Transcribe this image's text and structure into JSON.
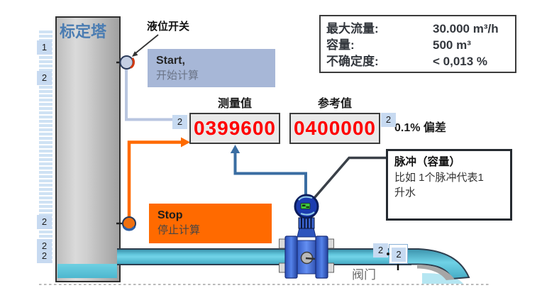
{
  "tower": {
    "title": "标定塔"
  },
  "level_switch": {
    "label": "液位开关"
  },
  "start_box": {
    "title": "Start,",
    "subtitle": "开始计算"
  },
  "stop_box": {
    "title": "Stop",
    "subtitle": "停止计算"
  },
  "displays": {
    "measured": {
      "label": "测量值",
      "value": "0399600",
      "badge": "2"
    },
    "reference": {
      "label": "参考值",
      "value": "0400000",
      "badge": "2"
    },
    "deviation": "0.1% 偏差"
  },
  "specs": {
    "rows": [
      {
        "label": "最大流量:",
        "value": "30.000 m³/h"
      },
      {
        "label": "容量:",
        "value": "500 m³"
      },
      {
        "label": "不确定度:",
        "value": "< 0,013 %"
      }
    ]
  },
  "pulse_box": {
    "title": "脉冲（容量）",
    "line1": "比如 1个脉冲代表1",
    "line2": "升水"
  },
  "valve_label": "阀门",
  "gauge_badges": {
    "b1": "1",
    "b2": "2",
    "b3": "2",
    "b4": "2",
    "b5": "2"
  },
  "pipe_badges": {
    "b1": "2",
    "b2": "2"
  },
  "colors": {
    "start_box": "#a7b7d7",
    "stop_box": "#ff6a00",
    "display_value": "#ff0000",
    "display_bg": "#e9e9e9",
    "pipe": "#63c9df",
    "tower_title": "#4a7cb2",
    "badge_bg": "#c7daf1",
    "measure_line": "#3a6da2",
    "flowmeter": "#2d54bd"
  }
}
